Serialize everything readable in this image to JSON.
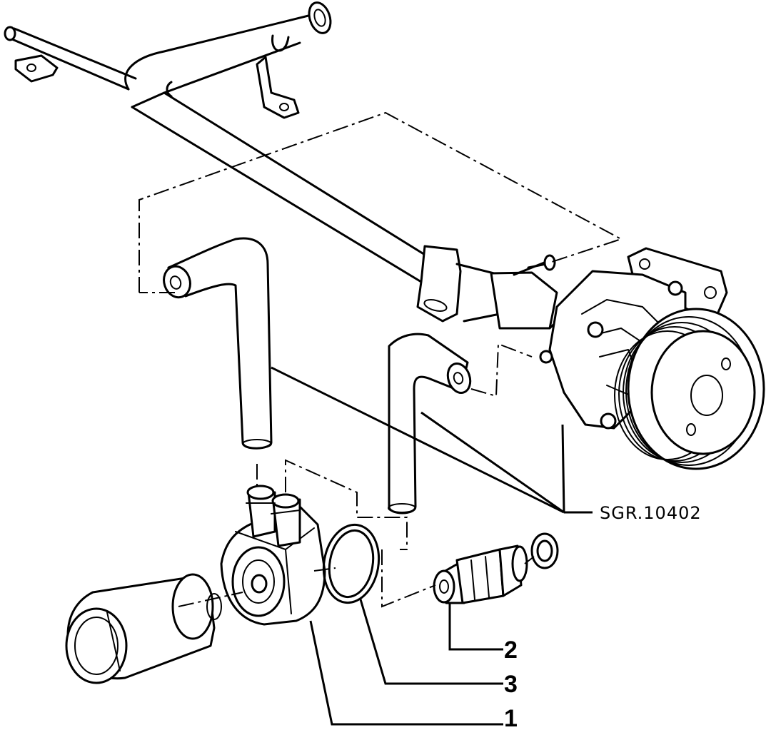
{
  "diagram": {
    "reference_code": "SGR.10402",
    "callouts": [
      {
        "number": "1",
        "part": "oil-cooler-adapter"
      },
      {
        "number": "2",
        "part": "union-fitting"
      },
      {
        "number": "3",
        "part": "o-ring-seal"
      }
    ]
  }
}
